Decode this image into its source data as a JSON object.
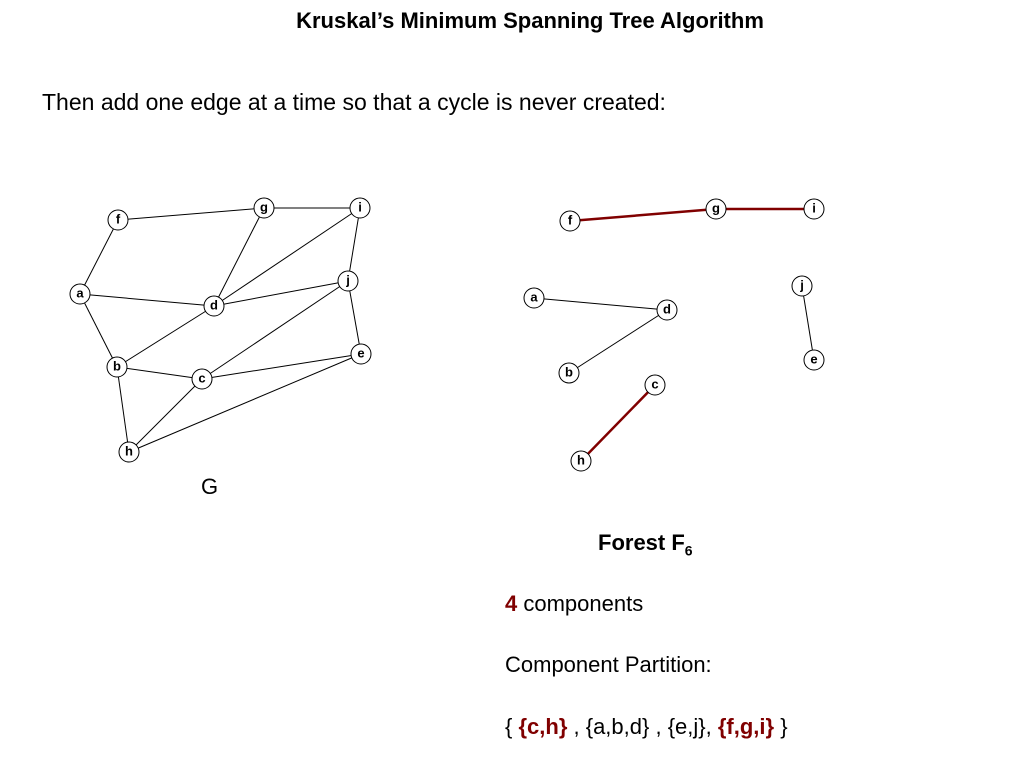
{
  "title": "Kruskal’s Minimum Spanning Tree Algorithm",
  "subtitle": "Then add one edge at a time so that a cycle is never created:",
  "graph_g": {
    "label": "G",
    "nodes": [
      "f",
      "g",
      "i",
      "a",
      "d",
      "j",
      "b",
      "c",
      "e",
      "h"
    ],
    "edges": [
      [
        "f",
        "g"
      ],
      [
        "g",
        "i"
      ],
      [
        "f",
        "a"
      ],
      [
        "g",
        "d"
      ],
      [
        "i",
        "d"
      ],
      [
        "a",
        "d"
      ],
      [
        "d",
        "j"
      ],
      [
        "i",
        "j"
      ],
      [
        "a",
        "b"
      ],
      [
        "d",
        "b"
      ],
      [
        "j",
        "c"
      ],
      [
        "j",
        "e"
      ],
      [
        "b",
        "c"
      ],
      [
        "c",
        "e"
      ],
      [
        "b",
        "h"
      ],
      [
        "c",
        "h"
      ],
      [
        "h",
        "e"
      ]
    ]
  },
  "forest": {
    "title_main": "Forest F",
    "title_sub": "6",
    "nodes": [
      "f",
      "g",
      "i",
      "a",
      "d",
      "j",
      "e",
      "b",
      "c",
      "h"
    ],
    "edges": [
      [
        "a",
        "d"
      ],
      [
        "d",
        "b"
      ],
      [
        "j",
        "e"
      ]
    ],
    "highlighted_edges": [
      [
        "f",
        "g"
      ],
      [
        "g",
        "i"
      ],
      [
        "c",
        "h"
      ]
    ],
    "highlight_color": "#800000",
    "components_count": "4",
    "components_word": " components",
    "partition_label": "Component Partition:",
    "partition": {
      "open": "{ ",
      "comp1": "{c,h}",
      "sep1": " , {a,b,d} , {e,j}, ",
      "comp2": "{f,g,i}",
      "close": " }"
    }
  }
}
